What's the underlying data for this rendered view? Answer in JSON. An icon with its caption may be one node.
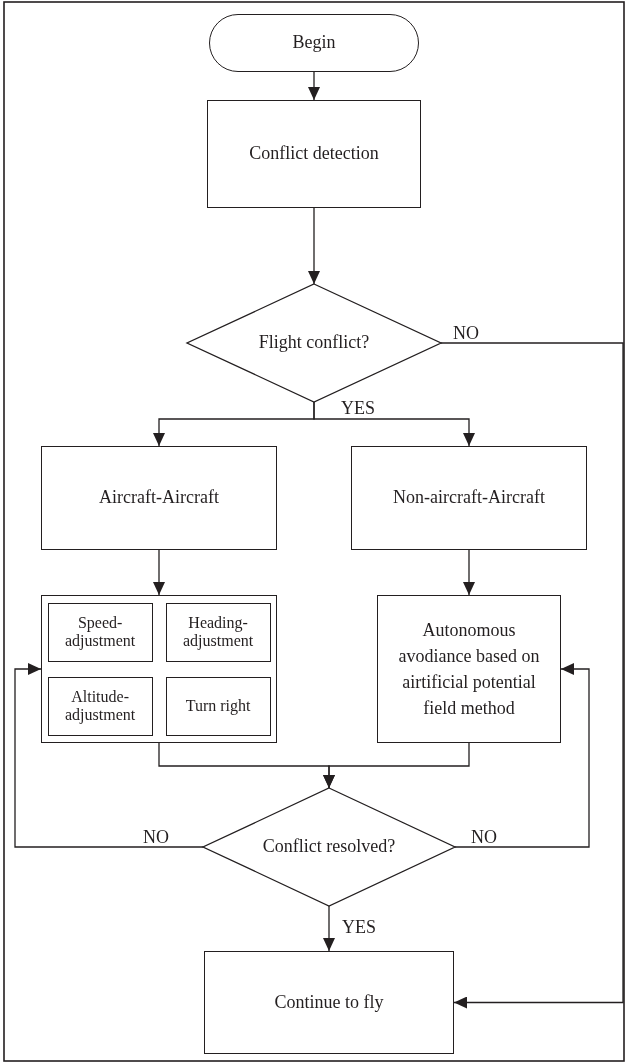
{
  "diagram": {
    "nodes": [
      {
        "text": [
          "Begin"
        ]
      },
      {
        "text": [
          "Conflict detection"
        ]
      },
      {
        "text": [
          "Flight conflict?"
        ]
      },
      {
        "text": [
          "Aircraft-Aircraft"
        ]
      },
      {
        "text": [
          "Non-aircraft-Aircraft"
        ]
      },
      {
        "text": [],
        "shape": "box"
      },
      {
        "text": [
          "Speed-adjustment"
        ],
        "in": 5
      },
      {
        "text": [
          "Heading-adjustment"
        ],
        "in": 5
      },
      {
        "text": [
          "Altitude-adjustment"
        ],
        "in": 5
      },
      {
        "text": [
          "Turn right"
        ],
        "in": 5
      },
      {
        "text": [
          "Autonomous avodiance based on airtificial potential field method"
        ]
      },
      {
        "text": [
          "Conflict resolved?"
        ]
      },
      {
        "text": [
          "Continue to fly"
        ]
      }
    ],
    "edges": [
      {
        "from": 0,
        "to": 1,
        "arrow": "to"
      },
      {
        "from": 1,
        "to": 2,
        "arrow": "to"
      },
      {
        "from": 2,
        "to": 3,
        "arrow": "to",
        "label": "YES"
      },
      {
        "from": 2,
        "to": 4,
        "arrow": "to"
      },
      {
        "from": 2,
        "to": 12,
        "arrow": "to",
        "label": "NO"
      },
      {
        "from": 3,
        "to": 5,
        "arrow": "to"
      },
      {
        "from": 4,
        "to": 10,
        "arrow": "to"
      },
      {
        "from": 5,
        "to": 11,
        "arrow": "to"
      },
      {
        "from": 10,
        "to": 11,
        "arrow": "to"
      },
      {
        "from": 11,
        "to": 5,
        "arrow": "to",
        "label": "NO"
      },
      {
        "from": 11,
        "to": 10,
        "arrow": "to",
        "label": "NO"
      },
      {
        "from": 11,
        "to": 12,
        "arrow": "to",
        "label": "YES"
      }
    ]
  }
}
